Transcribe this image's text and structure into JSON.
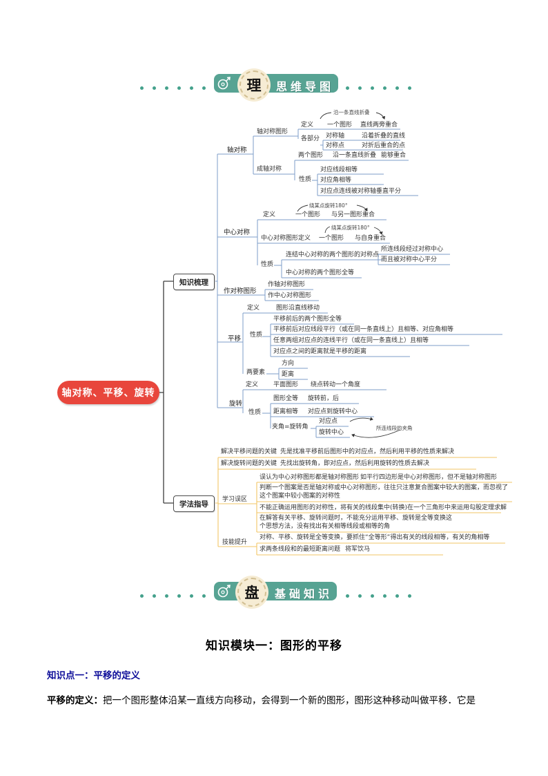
{
  "banner_top": {
    "badge": "理",
    "title": "思维导图"
  },
  "banner_bottom": {
    "badge": "盘",
    "title": "基础知识"
  },
  "colors": {
    "accent_teal": "#57a393",
    "root_red": "#e8463c",
    "line_blue": "#7d9ec8",
    "line_yellow": "#f2c566",
    "heading_blue": "#0d0d99",
    "badge_cream": "#f6ecd4"
  },
  "mindmap": {
    "root": "轴对称、平移、旋转",
    "branch_kszl": "知识梳理",
    "branch_xfzd": "学法指导",
    "nodes": {
      "zdc": "轴对称",
      "zdctx": "轴对称图形",
      "dingyi": "定义",
      "yigetuxing": "一个图形",
      "zhixianliangpang": "直线两旁重合",
      "yanyitiao": "沿一条直线折叠",
      "gebufen": "各部分",
      "duichengzhou": "对称轴",
      "yanzhezhedie": "沿着折叠的直线",
      "duichengdian": "对称点",
      "duizhehou": "对折后重合的点",
      "chengzhou": "成轴对称",
      "lianggetuxing": "两个图形",
      "nenggou": "能够重合",
      "xingzhi": "性质",
      "dyxd": "对应线段相等",
      "dyj": "对应角相等",
      "dydlx": "对应点连线被对称轴垂直平分",
      "zhongxin": "中心对称",
      "rao180": "绕某点旋转180°",
      "yulingyi": "与另一图形重合",
      "zxtxdy": "中心对称图形定义",
      "yuzishen": "与自身重合",
      "lianjie": "连结中心对称的两个图形的对称点",
      "suolianjg": "所连线段经过对称中心",
      "erqie": "而且被对称中心平分",
      "zxquandeng": "中心对称的两个图形全等",
      "zuoduicheng": "作对称图形",
      "zuozhou": "作轴对称图形",
      "zuozhongxin": "作中心对称图形",
      "pingyi": "平移",
      "txyan": "图形沿直线移动",
      "pyquandeng": "平移前后的两个图形全等",
      "pypingxing": "平移前后对应线段平行（或在同一条直线上）且相等、对应角相等",
      "pyrenyi": "任意两组对应点的连线平行（或在同一条直线上）且相等",
      "pyjuli": "对应点之间的距离就是平移的距离",
      "liangyaosu": "两要素",
      "fangxiang": "方向",
      "juli": "距离",
      "xuanzhuan": "旋转",
      "pingmiantx": "平面图形",
      "raodian": "绕点转动一个角度",
      "txquandeng": "图形全等",
      "xzqianhou": "旋转前，后",
      "julixiangdeng": "距离相等",
      "dyddao": "对应点到旋转中心",
      "jiajiao": "夹角=旋转角",
      "duiyingdian": "对应点",
      "xzzhongxin": "旋转中心",
      "suolianjiajiao": "所连线段的夹角",
      "jiejuepy": "解决平移问题的关键",
      "jiejuepydesc": "先是找准平移前后图形中的对应点，然后利用平移的性质来解决",
      "jiejuexz": "解决旋转问题的关键",
      "jiejuexzdesc": "先找出旋转角，即对应点，然后利用旋转的性质去解决",
      "xuexiwuqu": "学习误区",
      "wuqu1": "误认为中心对称图形都是轴对称图形",
      "wuqu1desc": "如平行四边形是中心对称图形，但不是轴对称图形",
      "wuqu2a": "判断一个图案是否是轴对称或中心对称图形，往往只注意复合图案中较大的图案，而忽视了",
      "wuqu2b": "这个图案中较小图案的对称性",
      "wuqu3": "不能正确运用图形的对称性，将有关的线段集中(转换)在一个三角形中来运用勾股定理求解",
      "wuqu4a": "在解答有关平移、旋转问题时，不能充分运用平移、旋转是全等变换这",
      "wuqu4b": "个思想方法，没有找出有关相等线段或相等的角",
      "jineng": "技能提升",
      "jineng1": "对称、平移、旋转是全等变换，要抓住“全等形”得出有关的线段相等，有关的角相等",
      "jineng2": "求两条线段和的最短距离问题",
      "jiangjun": "将军饮马"
    }
  },
  "bottom": {
    "module_title": "知识模块一：图形的平移",
    "point_title": "知识点一：平移的定义",
    "def_label": "平移的定义：",
    "def_text": "把一个图形整体沿某一直线方向移动，会得到一个新的图形，图形这种移动叫做平移．它是"
  }
}
